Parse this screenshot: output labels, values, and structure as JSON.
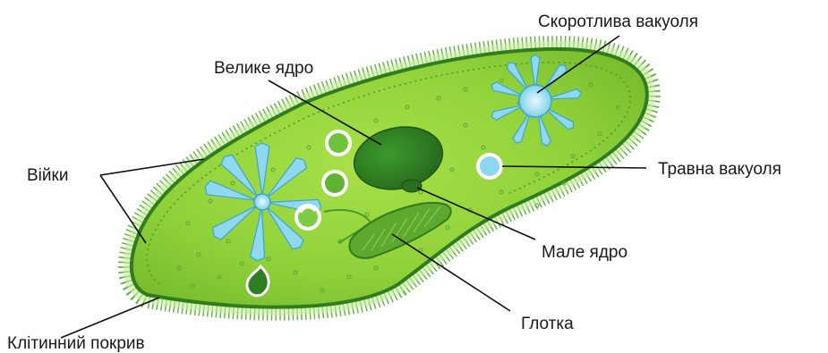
{
  "labels": {
    "contractile_vacuole": "Скоротлива вакуоля",
    "macronucleus": "Велике ядро",
    "cilia": "Війки",
    "digestive_vacuole": "Травна вакуоля",
    "micronucleus": "Мале ядро",
    "pharynx": "Глотка",
    "cell_covering": "Клітинний покрив"
  },
  "colors": {
    "body_fill": "#8fd13a",
    "body_outline": "#2f7d1d",
    "cilia": "#3e9a2a",
    "nucleus": "#2e7d22",
    "vacuole": "#8fd8f0",
    "leader_line": "#111111"
  }
}
